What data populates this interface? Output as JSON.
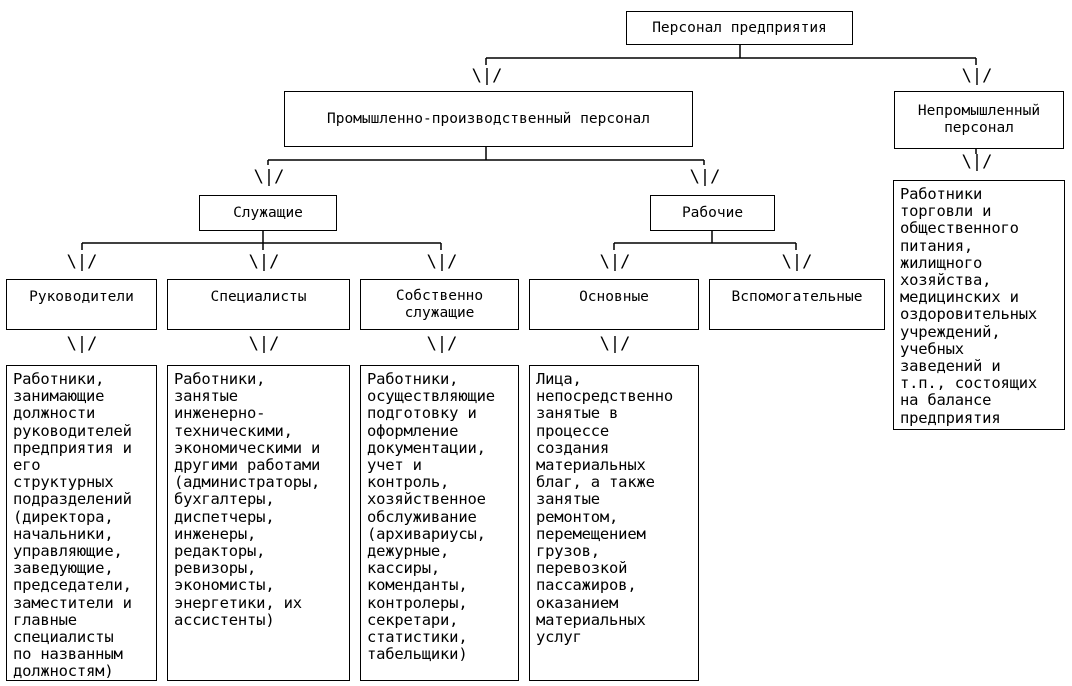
{
  "nodes": {
    "root": "Персонал предприятия",
    "industrial": "Промышленно-производственный персонал",
    "nonindustrial": "Непромышленный персонал",
    "employees": "Служащие",
    "workers": "Рабочие",
    "managers": "Руководители",
    "specialists": "Специалисты",
    "clerks": "Собственно служащие",
    "main_workers": "Основные",
    "aux_workers": "Вспомогательные"
  },
  "descriptions": {
    "nonindustrial": "Работники\nторговли и\nобщественного\nпитания,\nжилищного\nхозяйства,\nмедицинских и\nоздоровительных\nучреждений,\nучебных\nзаведений и\nт.п., состоящих\nна балансе\nпредприятия",
    "managers": "Работники,\nзанимающие\nдолжности\nруководителей\nпредприятия и\nего\nструктурных\nподразделений\n(директора,\nначальники,\nуправляющие,\nзаведующие,\nпредседатели,\nзаместители и\nглавные\nспециалисты\nпо названным\nдолжностям)",
    "specialists": "Работники,\nзанятые\nинженерно-\nтехническими,\nэкономическими и\nдругими работами\n(администраторы,\nбухгалтеры,\nдиспетчеры,\nинженеры,\nредакторы,\nревизоры,\nэкономисты,\nэнергетики, их\nассистенты)",
    "clerks": "Работники,\nосуществляющие\nподготовку и\nоформление\nдокументации,\nучет и\nконтроль,\nхозяйственное\nобслуживание\n(архивариусы,\nдежурные,\nкассиры,\nкоменданты,\nконтролеры,\nсекретари,\nстатистики,\nтабельщики)",
    "main_workers": "Лица,\nнепосредственно\nзанятые в\nпроцессе\nсоздания\nматериальных\nблаг, а также\nзанятые\nремонтом,\nперемещением\nгрузов,\nперевозкой\nпассажиров,\nоказанием\nматериальных\nуслуг"
  },
  "arrow_glyph": "\\|/"
}
